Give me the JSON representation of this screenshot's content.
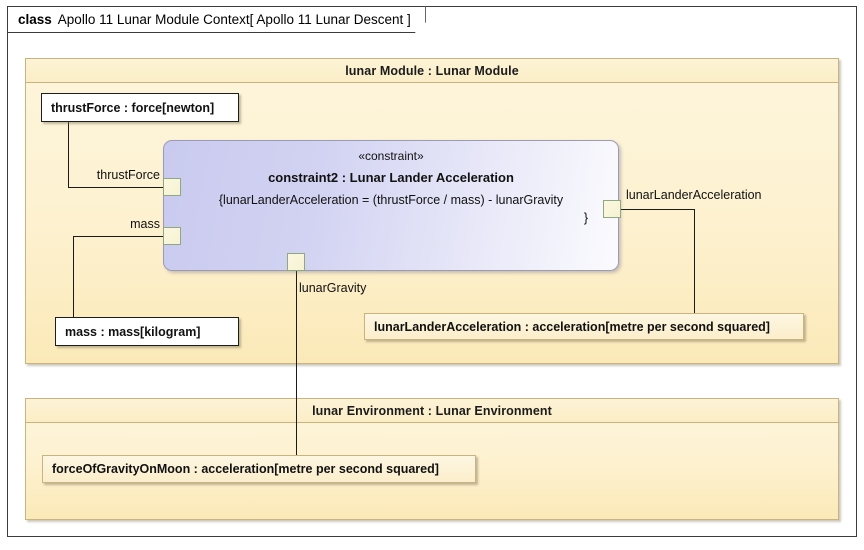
{
  "frame": {
    "keyword": "class",
    "name": "Apollo 11 Lunar Module Context",
    "parameter": "[ Apollo 11 Lunar Descent ]"
  },
  "parts": [
    {
      "id": "lunar-module",
      "title": "lunar Module : Lunar Module"
    },
    {
      "id": "lunar-environment",
      "title": "lunar Environment : Lunar Environment"
    }
  ],
  "value_properties": [
    {
      "id": "thrust-force",
      "label": "thrustForce : force[newton]"
    },
    {
      "id": "mass",
      "label": "mass : mass[kilogram]"
    },
    {
      "id": "lunar-lander-acceleration",
      "label": "lunarLanderAcceleration : acceleration[metre per second squared]"
    },
    {
      "id": "force-of-gravity-on-moon",
      "label": "forceOfGravityOnMoon : acceleration[metre per second squared]"
    }
  ],
  "constraint_block": {
    "stereotype": "«constraint»",
    "name": "constraint2 : Lunar Lander Acceleration",
    "equation": "{lunarLanderAcceleration = (thrustForce / mass) - lunarGravity",
    "equation_close": "}"
  },
  "parameter_labels": {
    "thrust_force": "thrustForce",
    "mass": "mass",
    "lunar_gravity": "lunarGravity",
    "lunar_lander_acceleration": "lunarLanderAcceleration"
  },
  "colors": {
    "frame_border": "#3c3c3c",
    "part_fill": "#fdf1cf",
    "part_border": "#c9b37e",
    "constraint_fill": "#ccccf0",
    "constraint_border": "#9b9bb5",
    "port_border": "#8fa882",
    "port_fill": "#fbf8e0",
    "connector": "#1b1b1b",
    "value_property_border": "#1d1d1d"
  }
}
